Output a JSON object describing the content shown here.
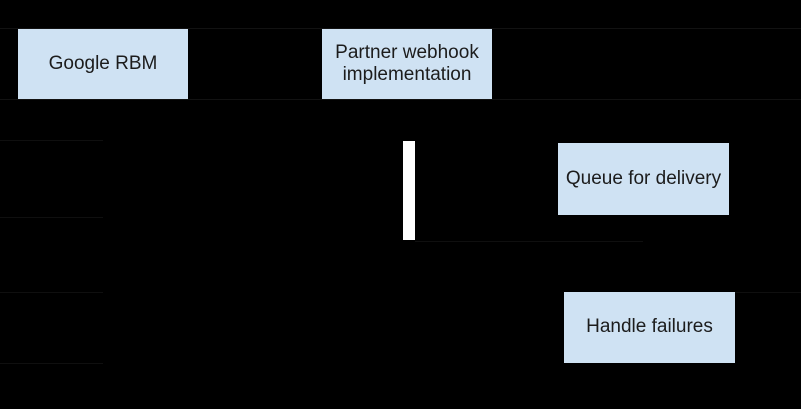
{
  "diagram": {
    "colors": {
      "background": "#000000",
      "node_fill": "#cfe2f3",
      "node_text": "#1c1c1c",
      "activation": "#ffffff",
      "line_faint": "#0f0f0f",
      "line_row": "#121212"
    },
    "nodes": [
      {
        "id": "google-rbm",
        "label": "Google RBM"
      },
      {
        "id": "partner-webhook",
        "label": "Partner webhook implementation"
      },
      {
        "id": "queue-for-delivery",
        "label": "Queue for delivery"
      },
      {
        "id": "handle-failures",
        "label": "Handle failures"
      }
    ]
  }
}
